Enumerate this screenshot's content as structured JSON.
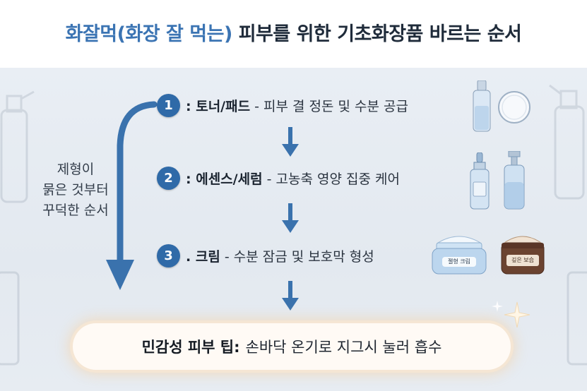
{
  "title": {
    "accent": "화잘먹(화장 잘 먹는)",
    "rest": "피부를 위한 기초화장품 바르는 순서"
  },
  "side_note": [
    "제형이",
    "묽은 것부터",
    "꾸덕한 순서"
  ],
  "steps": [
    {
      "num": "1",
      "name": ": 토너/패드",
      "desc": "- 피부 결 정돈 및 수분 공급"
    },
    {
      "num": "2",
      "name": ": 에센스/세럼",
      "desc": "- 고농축 영양 집중 케어"
    },
    {
      "num": "3",
      "name": ". 크림",
      "desc": "- 수분 잠금 및 보호막 형성"
    }
  ],
  "products": {
    "cream_light_label": "젤형 크림",
    "cream_rich_label": "깊은 보습"
  },
  "tip": {
    "label": "민감성 피부 팁:",
    "text": "손바닥 온기로 지그시 눌러 흡수"
  },
  "colors": {
    "accent": "#3b74b3",
    "step_circle": "#2f6aa8",
    "arrow": "#3a72ad"
  }
}
